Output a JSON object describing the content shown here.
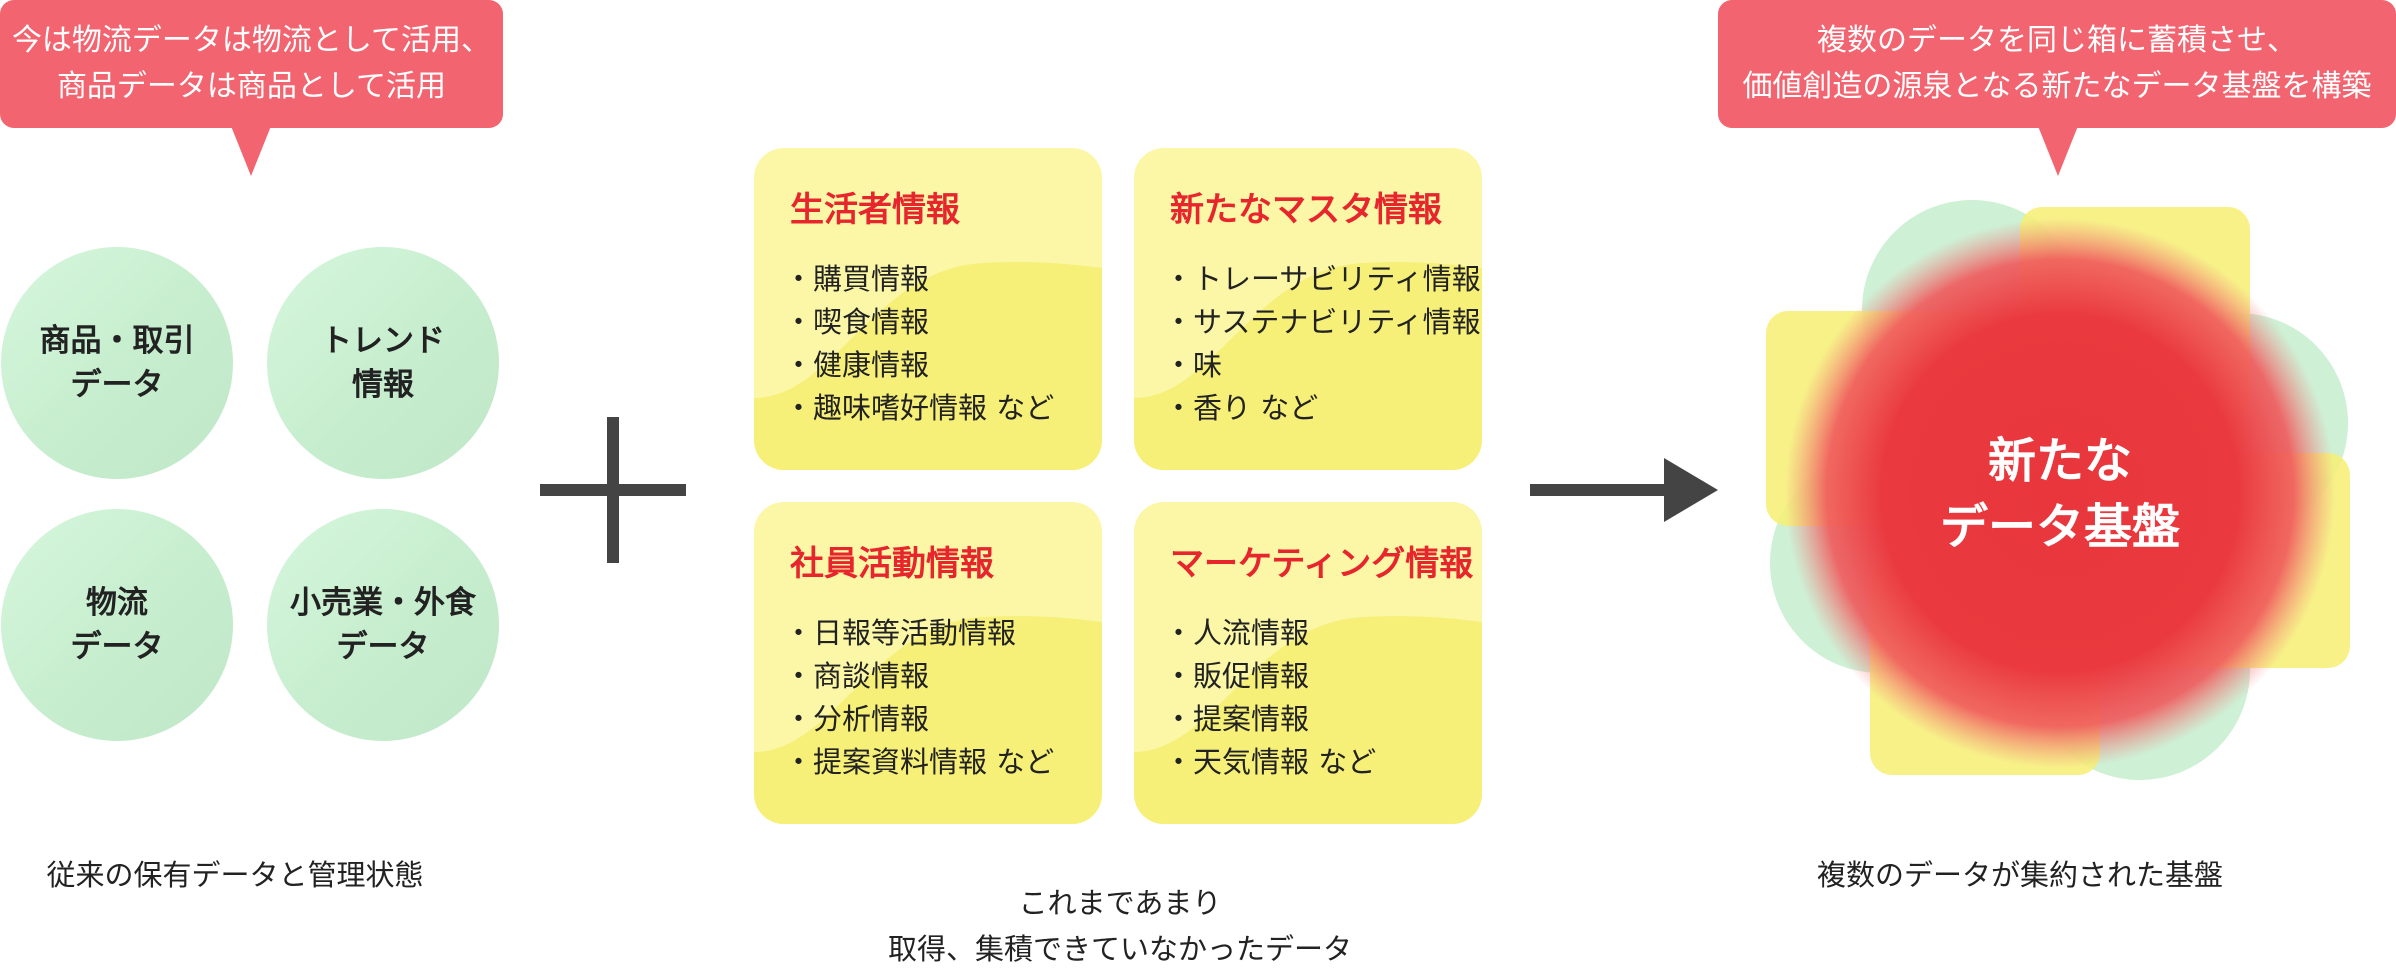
{
  "left": {
    "bubble_lines": [
      "今は物流データは物流として活用、",
      "商品データは商品として活用"
    ],
    "circles": [
      {
        "lines": [
          "商品・取引",
          "データ"
        ]
      },
      {
        "lines": [
          "トレンド",
          "情報"
        ]
      },
      {
        "lines": [
          "物流",
          "データ"
        ]
      },
      {
        "lines": [
          "小売業・外食",
          "データ"
        ]
      }
    ],
    "caption": "従来の保有データと管理状態"
  },
  "middle": {
    "cards": [
      {
        "title": "生活者情報",
        "items": [
          "・購買情報",
          "・喫食情報",
          "・健康情報",
          "・趣味嗜好情報 など"
        ]
      },
      {
        "title": "新たなマスタ情報",
        "items": [
          "・トレーサビリティ情報",
          "・サステナビリティ情報",
          "・味",
          "・香り など"
        ]
      },
      {
        "title": "社員活動情報",
        "items": [
          "・日報等活動情報",
          "・商談情報",
          "・分析情報",
          "・提案資料情報 など"
        ]
      },
      {
        "title": "マーケティング情報",
        "items": [
          "・人流情報",
          "・販促情報",
          "・提案情報",
          "・天気情報 など"
        ]
      }
    ],
    "caption_lines": [
      "これまであまり",
      "取得、集積できていなかったデータ"
    ]
  },
  "right": {
    "bubble_lines": [
      "複数のデータを同じ箱に蓄積させ、",
      "価値創造の源泉となる新たなデータ基盤を構築"
    ],
    "center_lines": [
      "新たな",
      "データ基盤"
    ],
    "caption": "複数のデータが集約された基盤"
  },
  "colors": {
    "bubble": "#f2646f",
    "circle_green": "#c6edce",
    "card_yellow": "#fbf7a6",
    "card_title_red": "#e6252d",
    "operator_gray": "#444444",
    "core_red": "#e8363c"
  },
  "icons": [
    "plus-icon",
    "arrow-right-icon"
  ]
}
